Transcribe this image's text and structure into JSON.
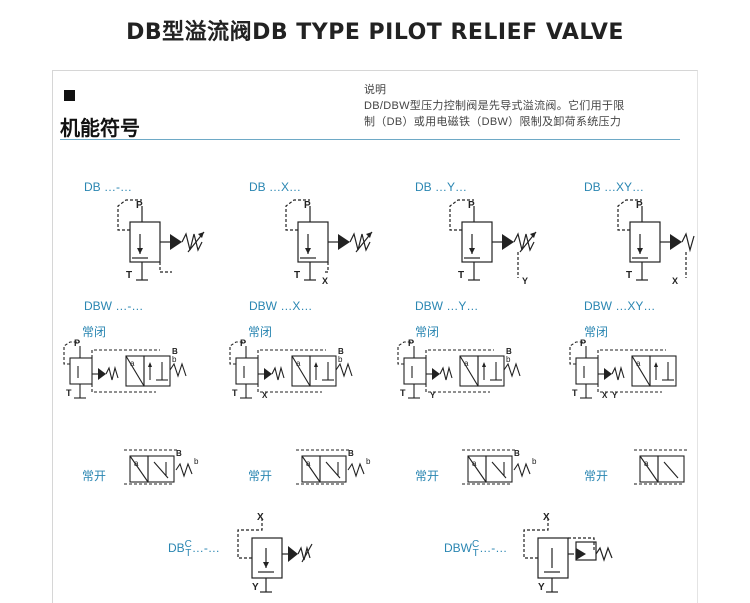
{
  "header": {
    "title": "DB型溢流阀DB TYPE PILOT RELIEF VALVE"
  },
  "section": {
    "title": "机能符号",
    "description_title": "说明",
    "description_lines": [
      "DB/DBW型压力控制阀是先导式溢流阀。它们用于限",
      "制（DB）或用电磁铁（DBW）限制及卸荷系统压力"
    ]
  },
  "db_row": [
    {
      "label": "DB …-…"
    },
    {
      "label": "DB …X…"
    },
    {
      "label": "DB …Y…"
    },
    {
      "label": "DB …XY…"
    }
  ],
  "dbw_row": [
    {
      "label": "DBW …-…"
    },
    {
      "label": "DBW …X…"
    },
    {
      "label": "DBW …Y…"
    },
    {
      "label": "DBW …XY…"
    }
  ],
  "states": {
    "normally_closed": "常闭",
    "normally_open": "常开"
  },
  "bottom_row": [
    {
      "label_main": "DB",
      "label_top": "C",
      "label_bottom": "T",
      "label_tail": "…-…"
    },
    {
      "label_main": "DBW",
      "label_top": "C",
      "label_bottom": "T",
      "label_tail": "…-…"
    }
  ],
  "port_labels": {
    "p": "P",
    "t": "T",
    "x": "X",
    "y": "Y",
    "a": "a",
    "b": "b",
    "B": "B"
  },
  "colors": {
    "label_blue": "#2a86b2",
    "rule_blue": "#6ea9c6",
    "line": "#222222"
  }
}
